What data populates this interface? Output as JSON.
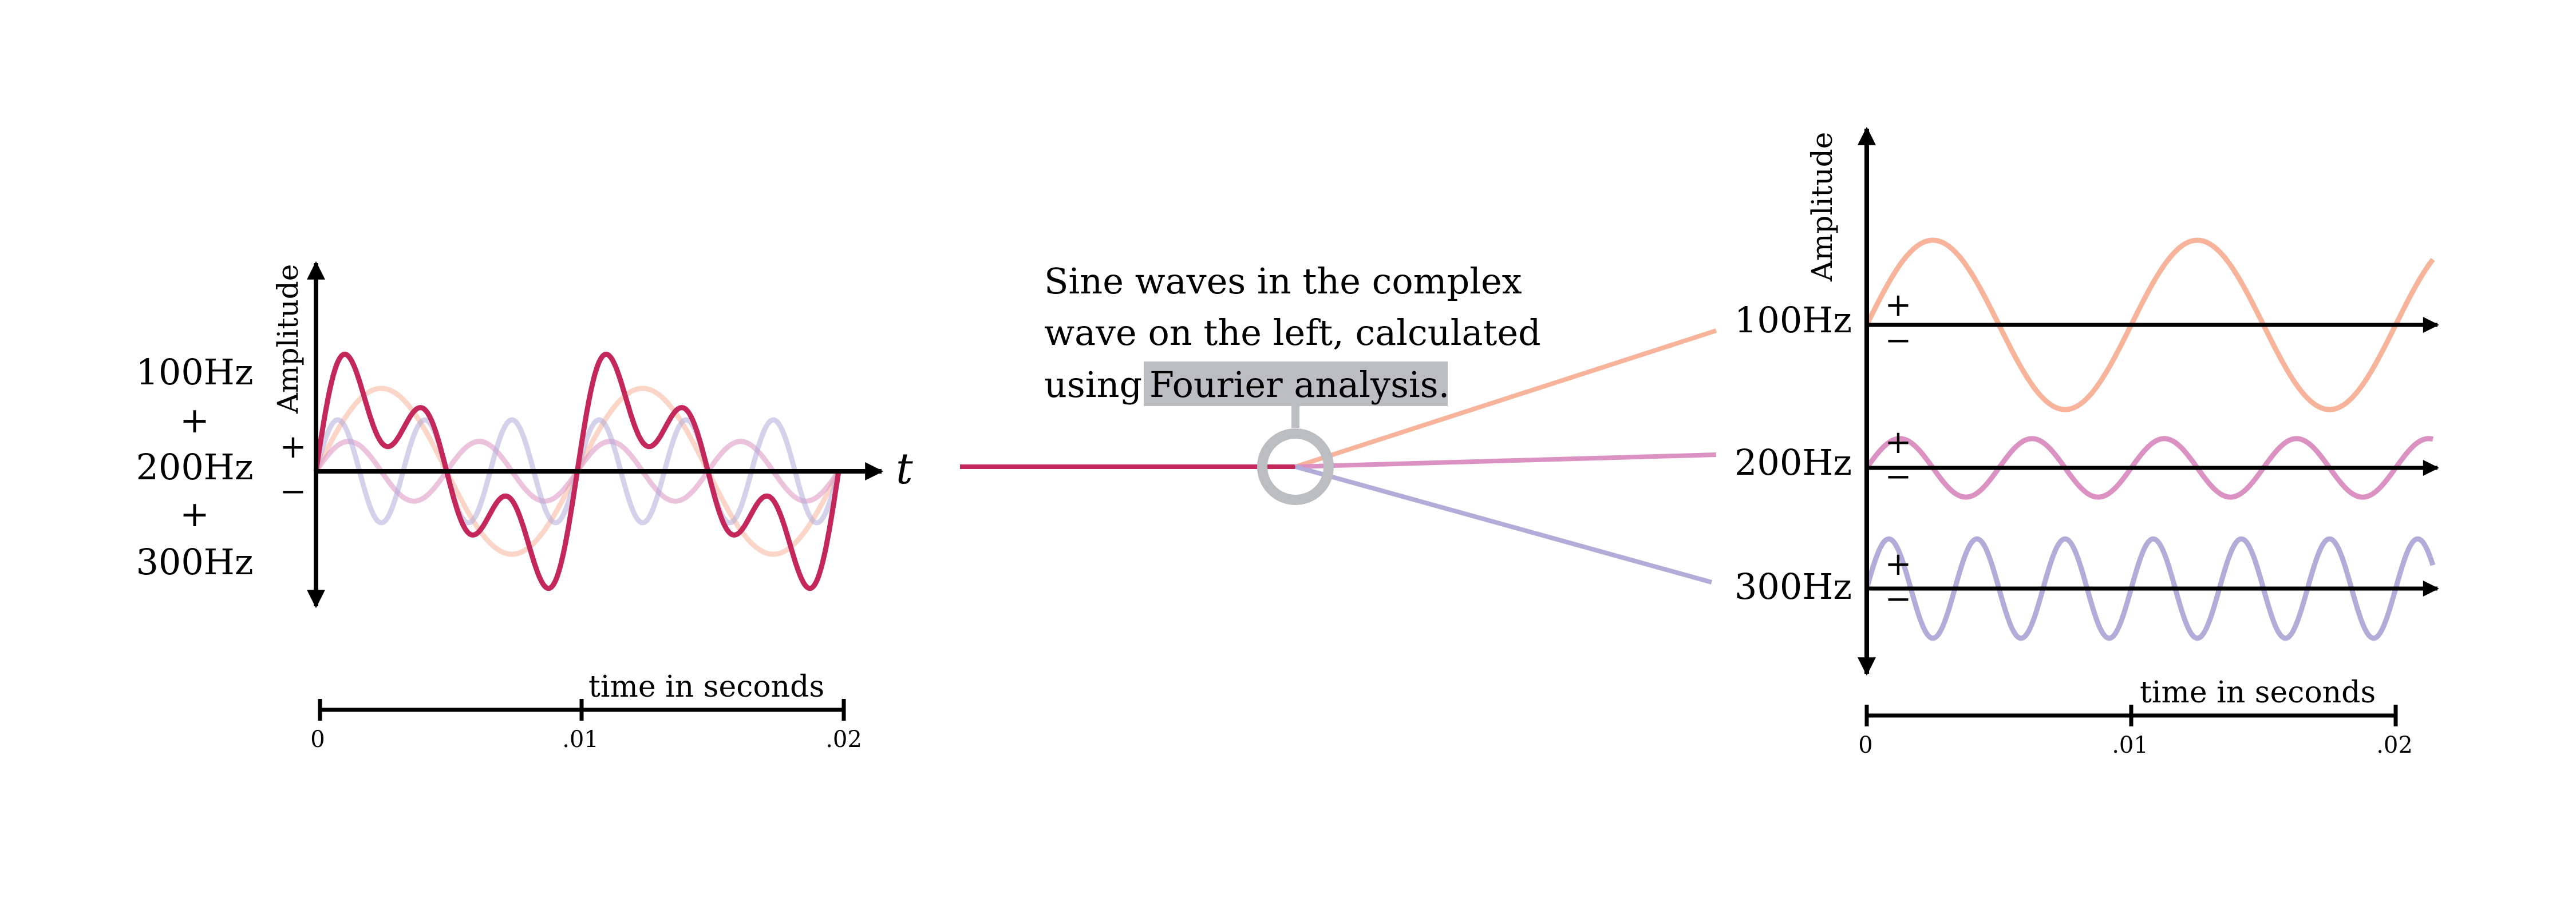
{
  "chart_data": {
    "type": "line",
    "title": "",
    "xlabel": "time in seconds",
    "ylabel": "Amplitude",
    "x_ticks": [
      "0",
      ".01",
      ".02"
    ],
    "xlim": [
      0,
      0.02
    ],
    "series": [
      {
        "name": "100Hz",
        "frequency": 100,
        "amplitude": 1.0,
        "color": "#f7b49b"
      },
      {
        "name": "200Hz",
        "frequency": 200,
        "amplitude": 0.36,
        "color": "#db91c1"
      },
      {
        "name": "300Hz",
        "frequency": 300,
        "amplitude": 0.62,
        "color": "#b2acd8"
      }
    ],
    "composite": {
      "name": "100Hz + 200Hz + 300Hz",
      "color": "#c4275a"
    }
  },
  "left": {
    "labels": [
      "100Hz",
      "+",
      "200Hz",
      "+",
      "300Hz"
    ],
    "ylabel": "Amplitude",
    "plus": "+",
    "minus": "−",
    "t_label": "t",
    "xlabel": "time in seconds",
    "ticks": [
      "0",
      ".01",
      ".02"
    ]
  },
  "middle": {
    "line1": "Sine waves in the complex",
    "line2": "wave on the left, calculated",
    "line3_prefix": "using",
    "highlight": "Fourier analysis.",
    "highlight_color": "#bcbdc0"
  },
  "right": {
    "ylabel": "Amplitude",
    "labels": [
      "100Hz",
      "200Hz",
      "300Hz"
    ],
    "plus": "+",
    "minus": "−",
    "xlabel": "time in seconds",
    "ticks": [
      "0",
      ".01",
      ".02"
    ]
  }
}
